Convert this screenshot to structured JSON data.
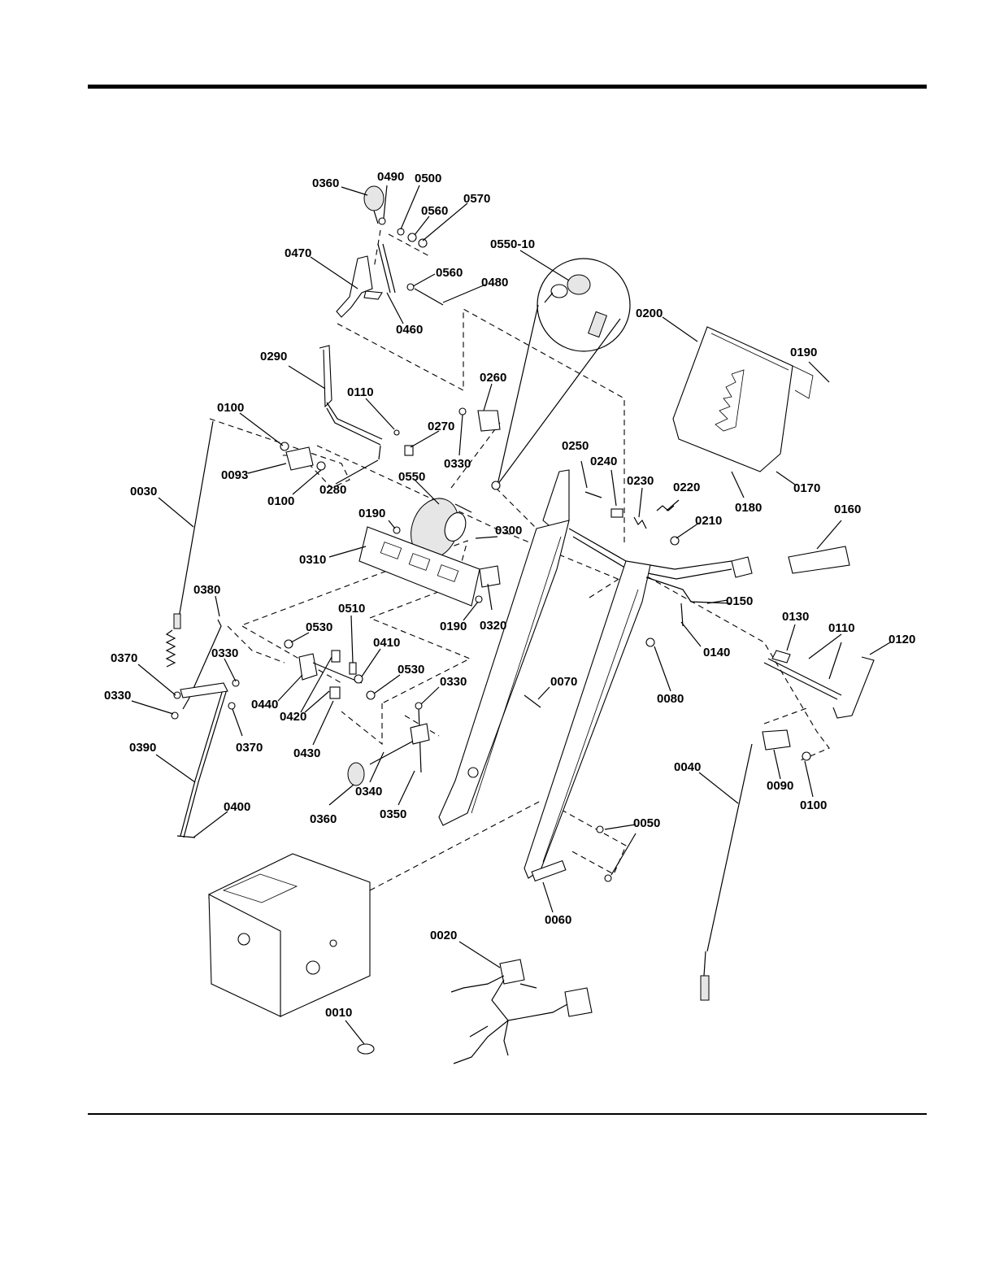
{
  "labels": {
    "l0360a": "0360",
    "l0490": "0490",
    "l0500": "0500",
    "l0570": "0570",
    "l0560a": "0560",
    "l0560b": "0560",
    "l0480": "0480",
    "l0470": "0470",
    "l0460": "0460",
    "l055010": "0550-10",
    "l0200": "0200",
    "l0190a": "0190",
    "l0290": "0290",
    "l0110a": "0110",
    "l0260": "0260",
    "l0270": "0270",
    "l0100a": "0100",
    "l0093": "0093",
    "l0100b": "0100",
    "l0280": "0280",
    "l0330a": "0330",
    "l0550": "0550",
    "l0250": "0250",
    "l0240": "0240",
    "l0230": "0230",
    "l0220": "0220",
    "l0180": "0180",
    "l0170": "0170",
    "l0030": "0030",
    "l0190b": "0190",
    "l0300": "0300",
    "l0210": "0210",
    "l0160": "0160",
    "l0310": "0310",
    "l0150": "0150",
    "l0190c": "0190",
    "l0320": "0320",
    "l0380": "0380",
    "l0510": "0510",
    "l0530a": "0530",
    "l0410": "0410",
    "l0140": "0140",
    "l0130": "0130",
    "l0110b": "0110",
    "l0120": "0120",
    "l0370a": "0370",
    "l0330b": "0330",
    "l0530b": "0530",
    "l0330c": "0330",
    "l0070": "0070",
    "l0440": "0440",
    "l0420": "0420",
    "l0080": "0080",
    "l0330d": "0330",
    "l0370b": "0370",
    "l0430": "0430",
    "l0390": "0390",
    "l0340": "0340",
    "l0360b": "0360",
    "l0350": "0350",
    "l0040": "0040",
    "l0090": "0090",
    "l0100c": "0100",
    "l0400": "0400",
    "l0050": "0050",
    "l0060": "0060",
    "l0020": "0020",
    "l0010": "0010"
  }
}
